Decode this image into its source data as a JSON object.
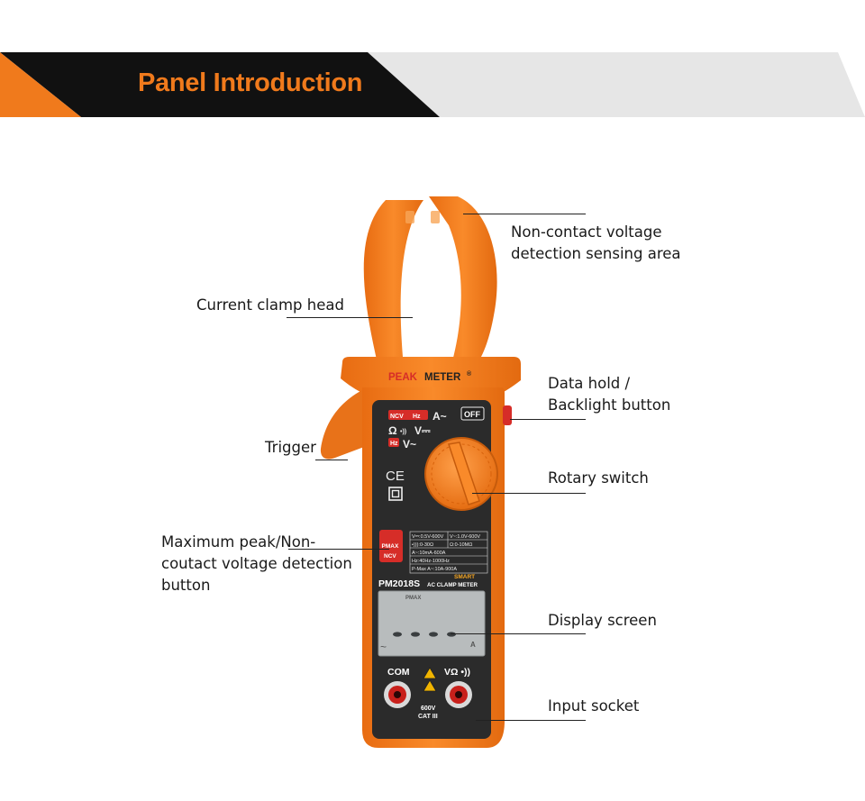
{
  "banner": {
    "title": "Panel Introduction",
    "colors": {
      "accent": "#f07a1c",
      "dark": "#111111",
      "light": "#e6e6e6"
    }
  },
  "callouts": {
    "ncv_sensing_line1": "Non-contact voltage",
    "ncv_sensing_line2": "detection sensing area",
    "clamp_head": "Current clamp head",
    "data_hold_line1": "Data hold /",
    "data_hold_line2": "Backlight button",
    "trigger": "Trigger",
    "rotary_switch": "Rotary switch",
    "pmax_line1": "Maximum peak/Non-",
    "pmax_line2": "coutact voltage detection",
    "pmax_line3": "button",
    "display_screen": "Display screen",
    "input_socket": "Input socket"
  },
  "device": {
    "brand_peak": "PEAK",
    "brand_meter": "METER",
    "brand_reg": "®",
    "model": "PM2018S",
    "smart": "SMART",
    "subtitle": "AC CLAMP METER",
    "dial_off": "OFF",
    "dial_ncv": "NCV",
    "dial_hz_tag": "Hz",
    "dial_a_ac": "A~",
    "dial_ohm": "Ω",
    "dial_beep": "•))",
    "dial_v_dc": "V⎓",
    "dial_hz": "Hz",
    "dial_v_ac": "V~",
    "ce_mark": "CE",
    "pmax_btn_line1": "PMAX",
    "pmax_btn_line2": "NCV",
    "spec_1a": "V⎓:0.5V-600V",
    "spec_1b": "V~:1.0V-600V",
    "spec_2a": "•))):0-30Ω",
    "spec_2b": "Ω:0-10MΩ",
    "spec_3": "A~:10mA-600A",
    "spec_4": "Hz:40Hz-1000Hz",
    "spec_5": "P-Max A~:10A-900A",
    "lcd_pmax": "PMAX",
    "lcd_ac": "~",
    "lcd_unit": "A",
    "com_label": "COM",
    "vohm_label": "VΩ •))",
    "rating_1": "600V",
    "rating_2": "CAT III",
    "colors": {
      "body": "#f57f1f",
      "panel": "#2b2b2b",
      "lcd": "#b8bcbd",
      "button_red": "#d62d28"
    }
  }
}
